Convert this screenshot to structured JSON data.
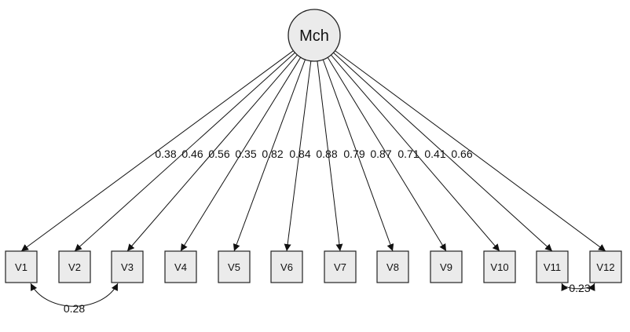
{
  "latent": {
    "label": "Mch"
  },
  "indicators": [
    {
      "label": "V1",
      "loading": "0.38"
    },
    {
      "label": "V2",
      "loading": "0.46"
    },
    {
      "label": "V3",
      "loading": "0.56"
    },
    {
      "label": "V4",
      "loading": "0.35"
    },
    {
      "label": "V5",
      "loading": "0.82"
    },
    {
      "label": "V6",
      "loading": "0.84"
    },
    {
      "label": "V7",
      "loading": "0.88"
    },
    {
      "label": "V8",
      "loading": "0.79"
    },
    {
      "label": "V9",
      "loading": "0.87"
    },
    {
      "label": "V10",
      "loading": "0.71"
    },
    {
      "label": "V11",
      "loading": "0.41"
    },
    {
      "label": "V12",
      "loading": "0.66"
    }
  ],
  "covariances": [
    {
      "from": "V1",
      "to": "V3",
      "value": "0.28"
    },
    {
      "from": "V11",
      "to": "V12",
      "value": "0.23"
    }
  ]
}
